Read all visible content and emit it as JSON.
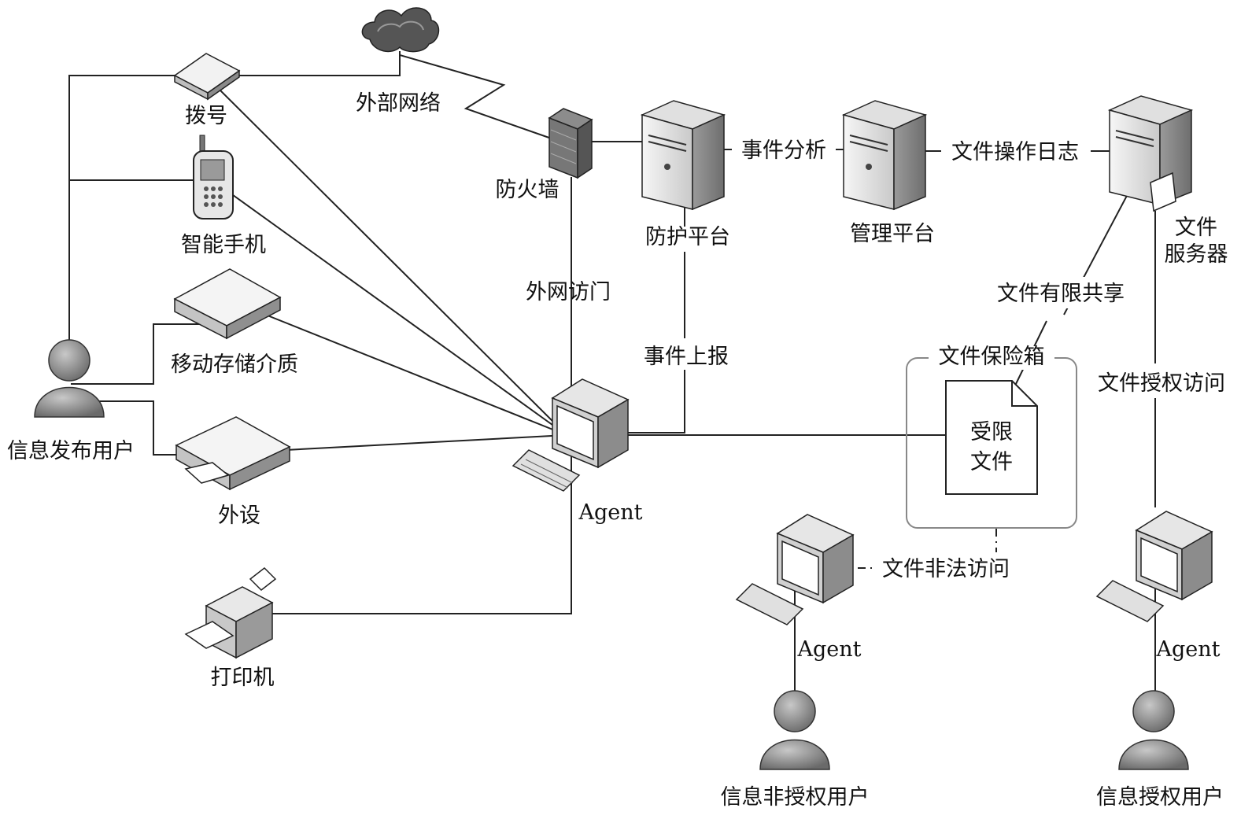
{
  "nodes": {
    "dialup": "拨号",
    "external_network": "外部网络",
    "firewall": "防火墙",
    "smartphone": "智能手机",
    "removable_storage": "移动存储介质",
    "publisher_user": "信息发布用户",
    "peripheral": "外设",
    "printer": "打印机",
    "agent_main": "Agent",
    "protection_platform": "防护平台",
    "management_platform": "管理平台",
    "file_server_line1": "文件",
    "file_server_line2": "服务器",
    "file_safe": "文件保险箱",
    "restricted_file_line1": "受限",
    "restricted_file_line2": "文件",
    "agent_unauthorized": "Agent",
    "agent_authorized": "Agent",
    "unauthorized_user": "信息非授权用户",
    "authorized_user": "信息授权用户"
  },
  "edges": {
    "event_analysis": "事件分析",
    "file_operation_log": "文件操作日志",
    "external_access": "外网访门",
    "event_report": "事件上报",
    "file_limited_share": "文件有限共享",
    "file_authorized_access": "文件授权访问",
    "file_illegal_access": "文件非法访问"
  }
}
